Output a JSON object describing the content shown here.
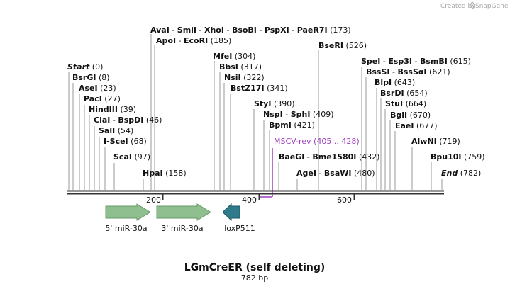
{
  "credit": {
    "text": "Created by",
    "brand": "SnapGene"
  },
  "title": "LGmCreER (self deleting)",
  "subtitle": "782 bp",
  "colors": {
    "feature": "#8fbf8f",
    "feature_stroke": "#6a9a6a",
    "loxp": "#2e7b8c",
    "primer": "#a040c0",
    "line": "#999999"
  },
  "ruler": {
    "ticks": [
      "200",
      "400",
      "600"
    ]
  },
  "sites": [
    {
      "id": "avai-group",
      "segments": [
        {
          "text": "AvaI",
          "bold": true
        },
        {
          "text": " - ",
          "bold": false
        },
        {
          "text": "SmlI",
          "bold": true
        },
        {
          "text": " - ",
          "bold": false
        },
        {
          "text": "XhoI",
          "bold": true
        },
        {
          "text": " - ",
          "bold": false
        },
        {
          "text": "BsoBI",
          "bold": true
        },
        {
          "text": " - ",
          "bold": false
        },
        {
          "text": "PspXI",
          "bold": true
        },
        {
          "text": " - ",
          "bold": false
        },
        {
          "text": "PaeR7I",
          "bold": true
        },
        {
          "text": "   (173)",
          "bold": false
        }
      ]
    },
    {
      "id": "apoi-group",
      "segments": [
        {
          "text": "ApoI",
          "bold": true
        },
        {
          "text": " - ",
          "bold": false
        },
        {
          "text": "EcoRI",
          "bold": true
        },
        {
          "text": "   (185)",
          "bold": false
        }
      ]
    },
    {
      "id": "bseri",
      "segments": [
        {
          "text": "BseRI",
          "bold": true
        },
        {
          "text": "   (526)",
          "bold": false
        }
      ]
    },
    {
      "id": "mfei",
      "segments": [
        {
          "text": "MfeI",
          "bold": true
        },
        {
          "text": "   (304)",
          "bold": false
        }
      ]
    },
    {
      "id": "start",
      "segments": [
        {
          "text": "Start",
          "bold": true,
          "italic": true
        },
        {
          "text": "   (0)",
          "bold": false
        }
      ]
    },
    {
      "id": "bbsi",
      "segments": [
        {
          "text": "BbsI",
          "bold": true
        },
        {
          "text": "   (317)",
          "bold": false
        }
      ]
    },
    {
      "id": "spei-group",
      "segments": [
        {
          "text": "SpeI",
          "bold": true
        },
        {
          "text": " - ",
          "bold": false
        },
        {
          "text": "Esp3I",
          "bold": true
        },
        {
          "text": " - ",
          "bold": false
        },
        {
          "text": "BsmBI",
          "bold": true
        },
        {
          "text": "   (615)",
          "bold": false
        }
      ]
    },
    {
      "id": "bsrgi",
      "segments": [
        {
          "text": "BsrGI",
          "bold": true
        },
        {
          "text": "   (8)",
          "bold": false
        }
      ]
    },
    {
      "id": "nsii",
      "segments": [
        {
          "text": "NsiI",
          "bold": true
        },
        {
          "text": "   (322)",
          "bold": false
        }
      ]
    },
    {
      "id": "bsssi-group",
      "segments": [
        {
          "text": "BssSI",
          "bold": true
        },
        {
          "text": " - ",
          "bold": false
        },
        {
          "text": "BssSαI",
          "bold": true
        },
        {
          "text": "   (621)",
          "bold": false
        }
      ]
    },
    {
      "id": "asei",
      "segments": [
        {
          "text": "AseI",
          "bold": true
        },
        {
          "text": "   (23)",
          "bold": false
        }
      ]
    },
    {
      "id": "bstz17i",
      "segments": [
        {
          "text": "BstZ17I",
          "bold": true
        },
        {
          "text": "   (341)",
          "bold": false
        }
      ]
    },
    {
      "id": "blpi",
      "segments": [
        {
          "text": "BlpI",
          "bold": true
        },
        {
          "text": "   (643)",
          "bold": false
        }
      ]
    },
    {
      "id": "paci",
      "segments": [
        {
          "text": "PacI",
          "bold": true
        },
        {
          "text": "   (27)",
          "bold": false
        }
      ]
    },
    {
      "id": "bsrdi",
      "segments": [
        {
          "text": "BsrDI",
          "bold": true
        },
        {
          "text": "   (654)",
          "bold": false
        }
      ]
    },
    {
      "id": "styi",
      "segments": [
        {
          "text": "StyI",
          "bold": true
        },
        {
          "text": "   (390)",
          "bold": false
        }
      ]
    },
    {
      "id": "hindiii",
      "segments": [
        {
          "text": "HindIII",
          "bold": true
        },
        {
          "text": "   (39)",
          "bold": false
        }
      ]
    },
    {
      "id": "stui",
      "segments": [
        {
          "text": "StuI",
          "bold": true
        },
        {
          "text": "   (664)",
          "bold": false
        }
      ]
    },
    {
      "id": "nspi-group",
      "segments": [
        {
          "text": "NspI",
          "bold": true
        },
        {
          "text": " - ",
          "bold": false
        },
        {
          "text": "SphI",
          "bold": true
        },
        {
          "text": "   (409)",
          "bold": false
        }
      ]
    },
    {
      "id": "clai-group",
      "segments": [
        {
          "text": "ClaI",
          "bold": true
        },
        {
          "text": " - ",
          "bold": false
        },
        {
          "text": "BspDI",
          "bold": true
        },
        {
          "text": "   (46)",
          "bold": false
        }
      ]
    },
    {
      "id": "bgli",
      "segments": [
        {
          "text": "BglI",
          "bold": true
        },
        {
          "text": "   (670)",
          "bold": false
        }
      ]
    },
    {
      "id": "bpmi",
      "segments": [
        {
          "text": "BpmI",
          "bold": true
        },
        {
          "text": "   (421)",
          "bold": false
        }
      ]
    },
    {
      "id": "eaei",
      "segments": [
        {
          "text": "EaeI",
          "bold": true
        },
        {
          "text": "   (677)",
          "bold": false
        }
      ]
    },
    {
      "id": "sali",
      "segments": [
        {
          "text": "SalI",
          "bold": true
        },
        {
          "text": "   (54)",
          "bold": false
        }
      ]
    },
    {
      "id": "i-scei",
      "segments": [
        {
          "text": "I-SceI",
          "bold": true
        },
        {
          "text": "   (68)",
          "bold": false
        }
      ]
    },
    {
      "id": "msvc-rev",
      "primer": true,
      "segments": [
        {
          "text": "MSCV-rev",
          "bold": false
        },
        {
          "text": "   (405 .. 428)",
          "bold": false
        }
      ]
    },
    {
      "id": "alwni",
      "segments": [
        {
          "text": "AlwNI",
          "bold": true
        },
        {
          "text": "   (719)",
          "bold": false
        }
      ]
    },
    {
      "id": "scai",
      "segments": [
        {
          "text": "ScaI",
          "bold": true
        },
        {
          "text": "   (97)",
          "bold": false
        }
      ]
    },
    {
      "id": "baegi-group",
      "segments": [
        {
          "text": "BaeGI",
          "bold": true
        },
        {
          "text": " - ",
          "bold": false
        },
        {
          "text": "Bme1580I",
          "bold": true
        },
        {
          "text": "   (432)",
          "bold": false
        }
      ]
    },
    {
      "id": "bpu10i",
      "segments": [
        {
          "text": "Bpu10I",
          "bold": true
        },
        {
          "text": "   (759)",
          "bold": false
        }
      ]
    },
    {
      "id": "hpai",
      "segments": [
        {
          "text": "HpaI",
          "bold": true
        },
        {
          "text": "   (158)",
          "bold": false
        }
      ]
    },
    {
      "id": "agei-group",
      "segments": [
        {
          "text": "AgeI",
          "bold": true
        },
        {
          "text": " - ",
          "bold": false
        },
        {
          "text": "BsaWI",
          "bold": true
        },
        {
          "text": "   (480)",
          "bold": false
        }
      ]
    },
    {
      "id": "end",
      "segments": [
        {
          "text": "End",
          "bold": true,
          "italic": true
        },
        {
          "text": "   (782)",
          "bold": false
        }
      ]
    }
  ],
  "features": [
    {
      "name": "5' miR-30a",
      "type": "misc",
      "direction": "forward"
    },
    {
      "name": "3' miR-30a",
      "type": "misc",
      "direction": "forward"
    },
    {
      "name": "loxP511",
      "type": "protein_bind",
      "direction": "reverse"
    }
  ]
}
